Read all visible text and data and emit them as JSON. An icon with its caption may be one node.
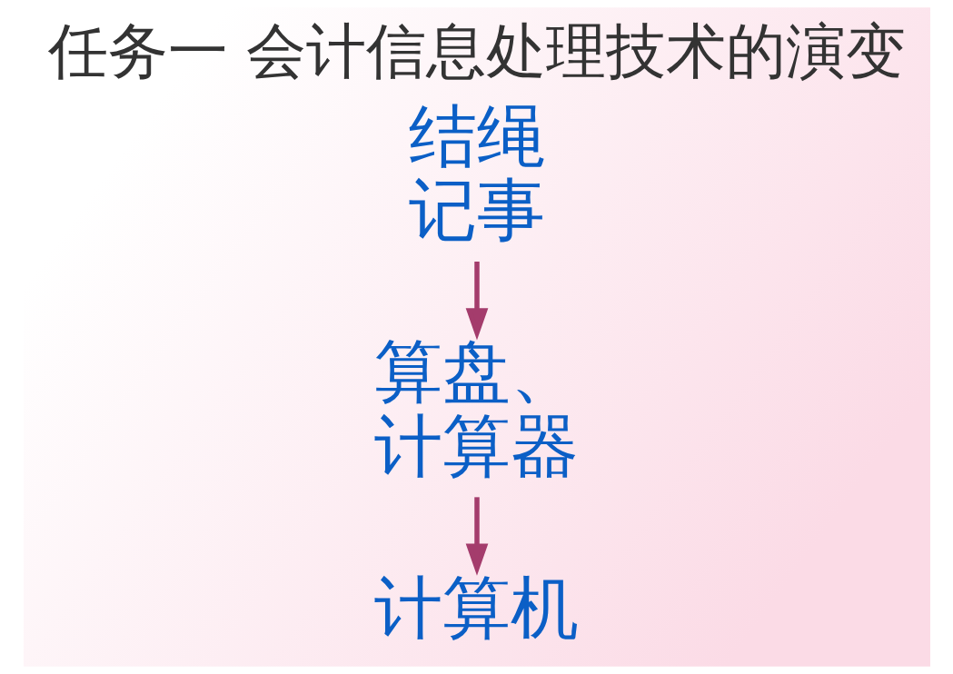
{
  "diagram": {
    "title": "任务一 会计信息处理技术的演变",
    "nodes": [
      {
        "text": [
          "结绳记事"
        ]
      },
      {
        "text": [
          "算盘、计算器"
        ]
      },
      {
        "text": [
          "计算机"
        ]
      }
    ],
    "edges": [
      {
        "from": 0,
        "to": 1,
        "arrow": "to"
      },
      {
        "from": 1,
        "to": 2,
        "arrow": "to"
      }
    ]
  }
}
